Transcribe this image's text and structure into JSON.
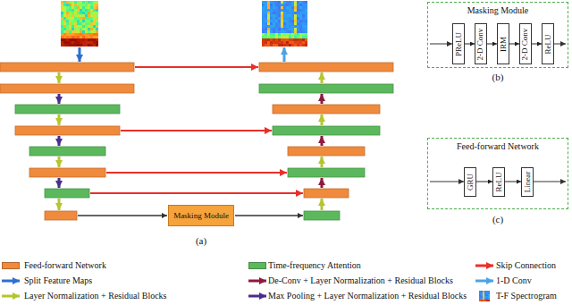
{
  "diagram": {
    "nodes": [
      {
        "text": [
          "Masking Module"
        ]
      },
      {
        "text": [
          "Masking Module"
        ]
      },
      {
        "text": [
          "PReLU"
        ],
        "in": 1
      },
      {
        "text": [
          "2-D Conv"
        ],
        "in": 1
      },
      {
        "text": [
          "IRM"
        ],
        "in": 1
      },
      {
        "text": [
          "2-D Conv"
        ],
        "in": 1
      },
      {
        "text": [
          "ReLU"
        ],
        "in": 1
      },
      {
        "text": [
          "Feed-forward Network"
        ]
      },
      {
        "text": [
          "GRU"
        ],
        "in": 7
      },
      {
        "text": [
          "ReLU"
        ],
        "in": 7
      },
      {
        "text": [
          "Linear"
        ],
        "in": 7
      }
    ],
    "edges": [
      {
        "from": 2,
        "to": 3,
        "arrow": "to"
      },
      {
        "from": 3,
        "to": 4,
        "arrow": "to"
      },
      {
        "from": 4,
        "to": 5,
        "arrow": "to"
      },
      {
        "from": 5,
        "to": 6,
        "arrow": "to"
      },
      {
        "from": 8,
        "to": 9,
        "arrow": "to"
      },
      {
        "from": 9,
        "to": 10,
        "arrow": "to"
      }
    ],
    "labels": [
      "(a)",
      "(b)",
      "(c)"
    ],
    "legend": [
      {
        "text": "Feed-forward Network",
        "color": "#f08a3c"
      },
      {
        "text": "Time-frequency Attention",
        "color": "#5cb85c"
      },
      {
        "text": "Skip Connection"
      },
      {
        "text": "Split Feature Maps"
      },
      {
        "text": "De-Conv + Layer Normalization + Residual Blocks"
      },
      {
        "text": "1-D Conv"
      },
      {
        "text": "Layer Normalization + Residual Blocks"
      },
      {
        "text": "Max Pooling + Layer Normalization + Residual Blocks"
      },
      {
        "text": "T-F Spectrogram"
      }
    ]
  }
}
